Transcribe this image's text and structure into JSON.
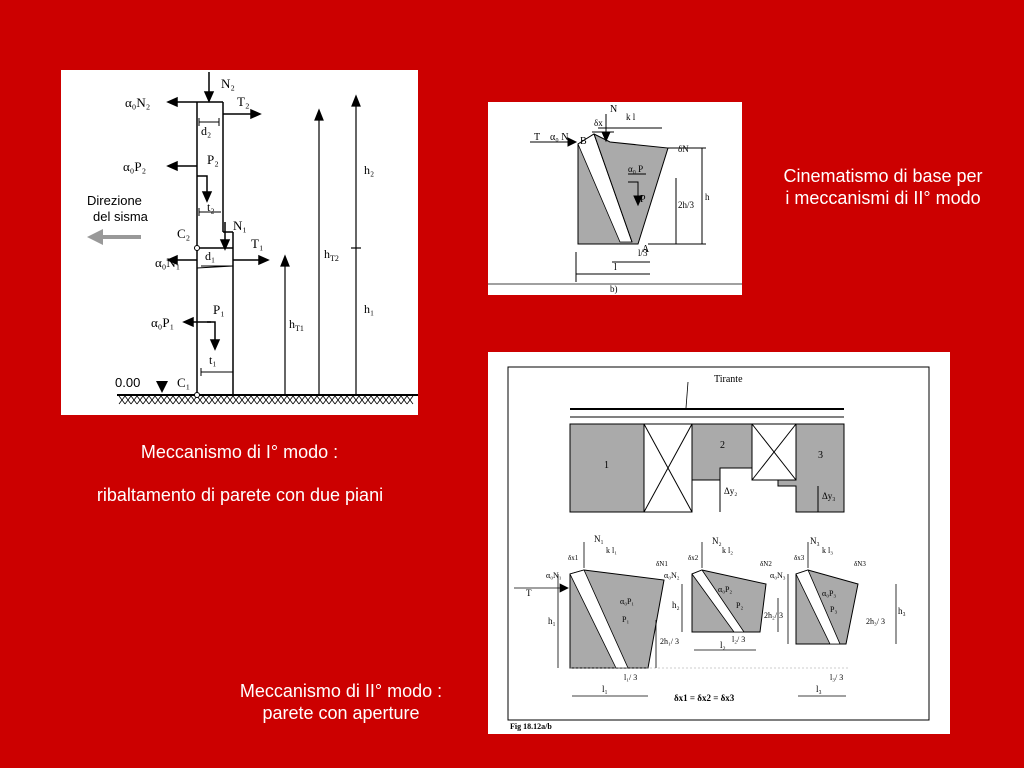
{
  "captions": {
    "fig1_line1": "Meccanismo di I° modo :",
    "fig1_line2": "ribaltamento di parete con due piani",
    "fig2_line1": "Cinematismo di base per",
    "fig2_line2": "i meccanismi di II° modo",
    "fig3_line1": "Meccanismo di II° modo :",
    "fig3_line2": "parete con aperture"
  },
  "fig1": {
    "n2": "N₂",
    "t2": "T₂",
    "a0n2": "α₀N₂",
    "d2": "d₂",
    "p2": "P₂",
    "a0p2": "α₀P₂",
    "t2b": "t₂",
    "direction_line1": "Direzione",
    "direction_line2": "del sisma",
    "c2": "C₂",
    "n1": "N₁",
    "t1": "T₁",
    "a0n1": "α₀N₁",
    "d1": "d₁",
    "p1": "P₁",
    "a0p1": "α₀P₁",
    "t1b": "t₁",
    "level": "0.00",
    "c1": "C₁",
    "h1": "h₁",
    "h2": "h₂",
    "ht1": "h",
    "ht1_sub": "T1",
    "ht2": "h",
    "ht2_sub": "T2"
  },
  "fig2": {
    "t": "T",
    "a0n": "α₀ N",
    "b": "B",
    "n": "N",
    "kl": "k l",
    "dx": "δx",
    "dn": "δN",
    "a0p": "α₀ P",
    "p": "P",
    "h23": "2h/3",
    "h": "h",
    "l3": "l/3",
    "l": "l",
    "a": "A",
    "label": "b)"
  },
  "fig3": {
    "tirante": "Tirante",
    "panel1": "1",
    "panel2": "2",
    "panel3": "3",
    "dy2": "Δy₂",
    "dy3": "Δy₃",
    "n1": "N₁",
    "n2": "N₂",
    "n3": "N₃",
    "kl1": "k l₁",
    "kl2": "k l₂",
    "kl3": "k l₃",
    "dx1": "δx1",
    "dx2": "δx2",
    "dx3": "δx3",
    "dn1": "δN1",
    "dn2": "δN2",
    "dn3": "δN3",
    "t": "T",
    "a0n1": "α₀N₁",
    "a0n2": "α₀N₂",
    "a0n3": "α₀N₃",
    "a0p1": "α₀P₁",
    "a0p2": "α₀P₂",
    "a0p3": "α₀P₃",
    "p1": "P₁",
    "p2": "P₂",
    "p3": "P₃",
    "h1": "h₁",
    "h2": "h₂",
    "h3": "h₃",
    "h1_23": "2h₁/ 3",
    "h2_23": "2h₂/ 3",
    "h3_23": "2h₃/ 3",
    "l1_3": "l₁/ 3",
    "l2_3": "l₂/ 3",
    "l3_3": "l₃/ 3",
    "l1": "l₁",
    "l2": "l₂",
    "l3": "l₃",
    "equation": "δx1 = δx2 = δx3",
    "fig_label": "Fig 18.12a/b"
  }
}
